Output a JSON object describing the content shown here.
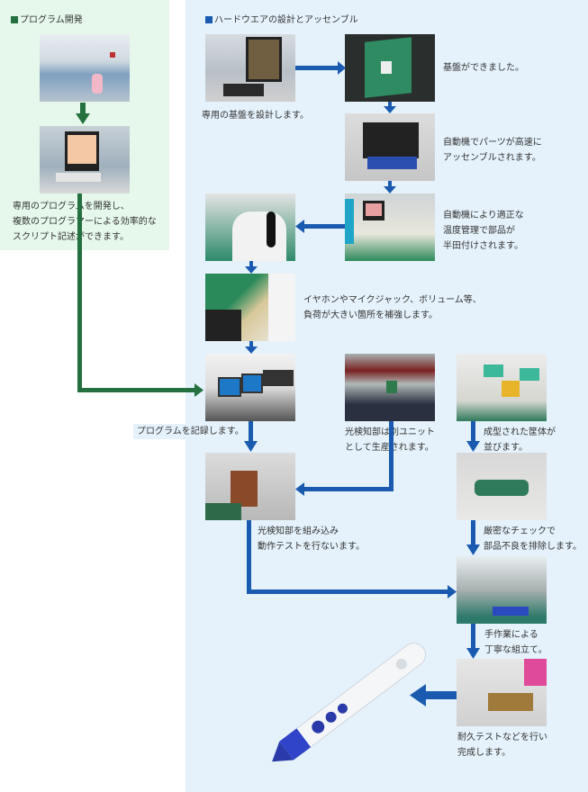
{
  "colors": {
    "green_panel": "#e6f8ec",
    "blue_panel": "#e5f2fb",
    "green_arrow": "#24703e",
    "blue_arrow": "#1a5bb0"
  },
  "software": {
    "heading": "プログラム開発",
    "photos": [
      {
        "subject": "office-photo"
      },
      {
        "subject": "computer-photo"
      }
    ],
    "caption": [
      "専用のプログラムを開発し、",
      "複数のプログラマーによる効率的な",
      "スクリプト記述ができます。"
    ]
  },
  "hardware": {
    "heading": "ハードウエアの設計とアッセンブル",
    "steps": [
      {
        "caption": [
          "専用の基盤を設計します。"
        ]
      },
      {
        "caption": [
          "基盤ができました。"
        ]
      },
      {
        "caption": [
          "自動機でパーツが高速に",
          "アッセンブルされます。"
        ]
      },
      {
        "caption": [
          "自動機により適正な",
          "温度管理で部品が",
          "半田付けされます。"
        ]
      },
      {
        "caption": []
      },
      {
        "caption": [
          "イヤホンやマイクジャック、ボリューム等、",
          "負荷が大きい箇所を補強します。"
        ]
      },
      {
        "caption": [
          "プログラムを記録します。"
        ]
      },
      {
        "caption": [
          "光検知部は別ユニット",
          "として生産されます。"
        ]
      },
      {
        "caption": [
          "成型された筐体が",
          "並びます。"
        ]
      },
      {
        "caption": [
          "光検知部を組み込み",
          "動作テストを行ないます。"
        ]
      },
      {
        "caption": [
          "厳密なチェックで",
          "部品不良を排除します。"
        ]
      },
      {
        "caption": [
          "手作業による",
          "丁寧な組立て。"
        ]
      },
      {
        "caption": [
          "耐久テストなどを行い",
          "完成します。"
        ]
      }
    ]
  }
}
